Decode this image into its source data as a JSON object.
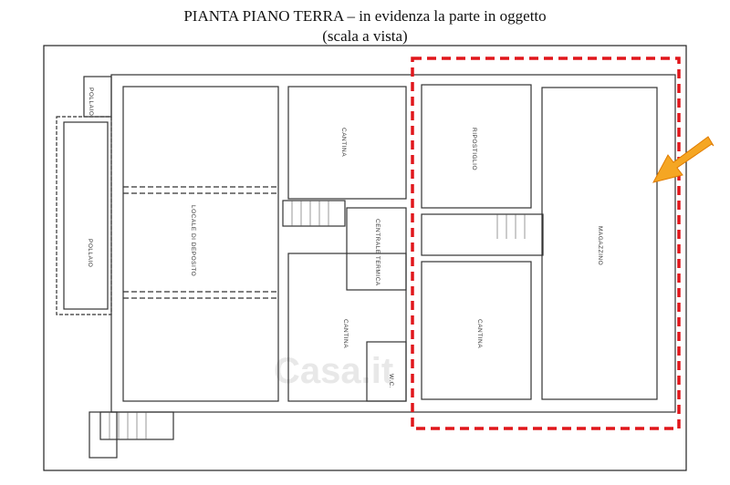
{
  "header": {
    "title": "PIANTA PIANO TERRA – in evidenza la parte in oggetto",
    "subtitle": "(scala a vista)"
  },
  "rooms": {
    "pollaio_top": "POLLAIO",
    "pollaio_side": "POLLAIO",
    "locale_deposito": "LOCALE DI DEPOSITO",
    "cantina_top": "CANTINA",
    "centrale_termica": "CENTRALE TERMICA",
    "cantina_mid": "CANTINA",
    "wc": "W.C.",
    "ripostiglio": "RIPOSTIGLIO",
    "cantina_right": "CANTINA",
    "magazzino": "MAGAZZINO"
  },
  "watermark": "Casa.it",
  "colors": {
    "highlight": "#e0161b",
    "arrow": "#f5a623",
    "wall": "#333333"
  }
}
